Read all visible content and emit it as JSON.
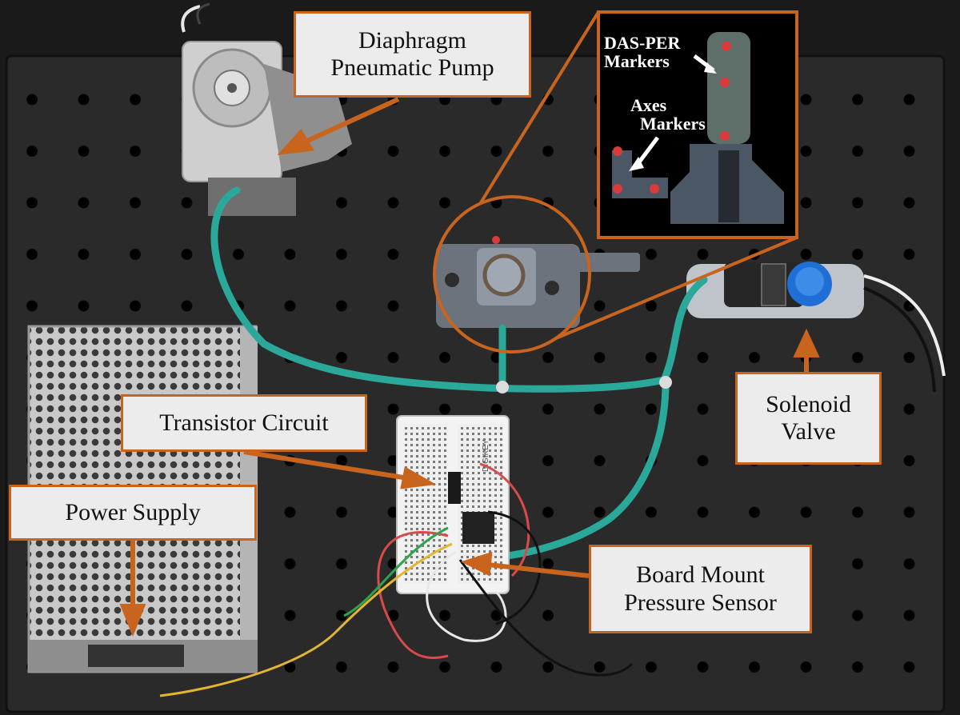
{
  "colors": {
    "background": "#1c1c1c",
    "breadboard": "#2a2a2a",
    "label_fill": "#ececec",
    "label_border": "#c8641e",
    "arrow": "#c8641e",
    "tubing": "#2aa89a",
    "marker": "#d93a3a"
  },
  "labels": {
    "pump": [
      "Diaphragm",
      "Pneumatic Pump"
    ],
    "transistor": "Transistor Circuit",
    "power": "Power Supply",
    "valve": [
      "Solenoid",
      "Valve"
    ],
    "sensor": [
      "Board Mount",
      "Pressure Sensor"
    ]
  },
  "inset": {
    "markers_1": "DAS-PER",
    "markers_2": "Markers",
    "axes_1": "Axes",
    "axes_2": "Markers"
  },
  "sensor_board_text": "DIGIKEY"
}
